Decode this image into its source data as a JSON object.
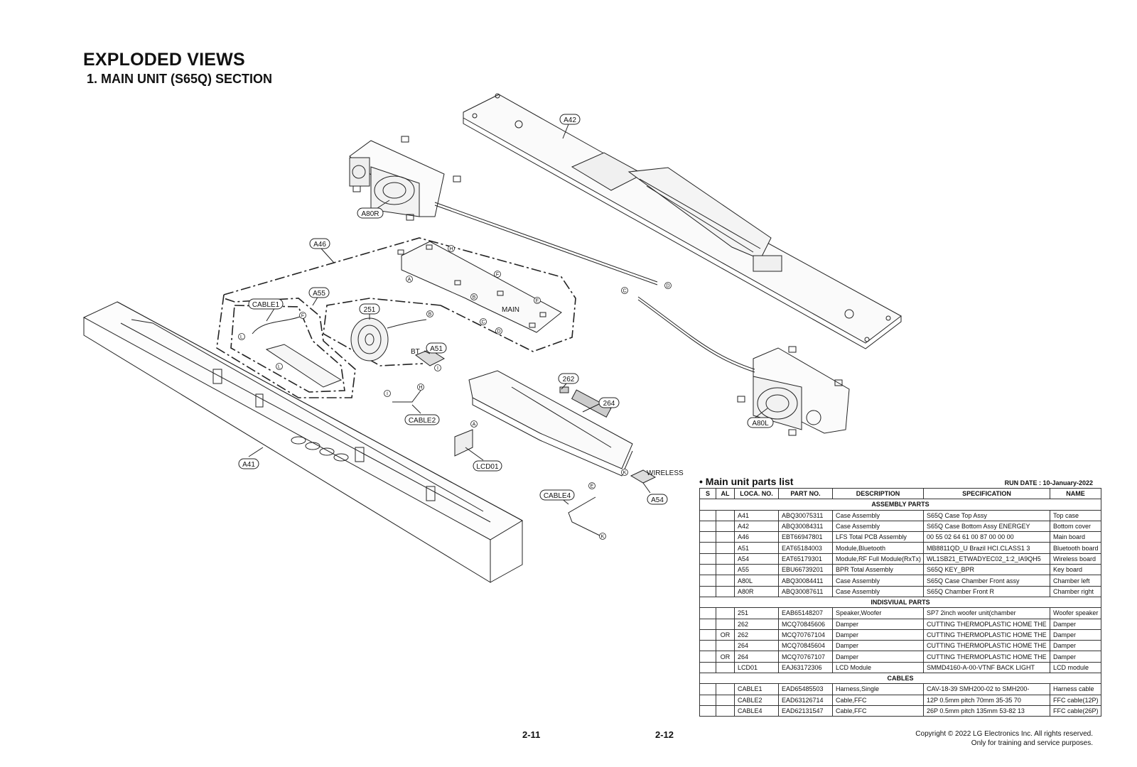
{
  "page": {
    "title": "EXPLODED VIEWS",
    "subtitle": "1. MAIN UNIT (S65Q) SECTION",
    "page_left": "2-11",
    "page_right": "2-12",
    "copyright_line1": "Copyright © 2022 LG Electronics Inc. All rights reserved.",
    "copyright_line2": "Only for training and service purposes."
  },
  "diagram": {
    "callouts": {
      "A42": "A42",
      "A80R": "A80R",
      "A46": "A46",
      "A55": "A55",
      "CABLE1": "CABLE1",
      "251": "251",
      "A51": "A51",
      "CABLE2": "CABLE2",
      "LCD01": "LCD01",
      "262": "262",
      "264": "264",
      "A80L": "A80L",
      "A41": "A41",
      "CABLE4": "CABLE4",
      "A54": "A54"
    },
    "text": {
      "main": "MAIN",
      "bt": "BT",
      "wireless": "WIRELESS"
    },
    "connectors": {
      "A_top": "A",
      "B_top": "B",
      "C_top": "C",
      "D_top": "D",
      "E_top": "E",
      "F_top": "F",
      "H_top": "H",
      "L1": "L",
      "F_c1": "F",
      "L2": "L",
      "B_spk": "B",
      "I_a51": "I",
      "H_c2": "H",
      "I_c2": "I",
      "A_lcd": "A",
      "C_cab": "C",
      "D_cab": "D",
      "K_wl": "K",
      "E_c4": "E",
      "K_c4": "K"
    }
  },
  "parts_list": {
    "heading": "• Main unit parts list",
    "run_date": "RUN DATE : 10-January-2022",
    "columns": [
      "S",
      "AL",
      "LOCA. NO.",
      "PART NO.",
      "DESCRIPTION",
      "SPECIFICATION",
      "NAME"
    ],
    "sections": [
      {
        "name": "ASSEMBLY PARTS",
        "rows": [
          [
            "",
            "",
            "A41",
            "ABQ30075311",
            "Case Assembly",
            "S65Q Case Top Assy",
            "Top case"
          ],
          [
            "",
            "",
            "A42",
            "ABQ30084311",
            "Case Assembly",
            "S65Q Case Bottom Assy ENERGEY",
            "Bottom cover"
          ],
          [
            "",
            "",
            "A46",
            "EBT66947801",
            "LFS Total PCB Assembly",
            "00 55 02 64 61 00 87 00 00 00",
            "Main board"
          ],
          [
            "",
            "",
            "A51",
            "EAT65184003",
            "Module,Bluetooth",
            "MB8811QD_U Brazil HCI.CLASS1 3",
            "Bluetooth board"
          ],
          [
            "",
            "",
            "A54",
            "EAT65179301",
            "Module,RF Full Module(RxTx)",
            "WL1SB21_ETWADYEC02_1:2_IA9QH5",
            "Wireless board"
          ],
          [
            "",
            "",
            "A55",
            "EBU66739201",
            "BPR Total Assembly",
            "S65Q KEY_BPR",
            "Key board"
          ],
          [
            "",
            "",
            "A80L",
            "ABQ30084411",
            "Case Assembly",
            "S65Q Case Chamber Front assy",
            "Chamber left"
          ],
          [
            "",
            "",
            "A80R",
            "ABQ30087611",
            "Case Assembly",
            "S65Q Chamber Front R",
            "Chamber right"
          ]
        ]
      },
      {
        "name": "INDISVIUAL PARTS",
        "rows": [
          [
            "",
            "",
            "251",
            "EAB65148207",
            "Speaker,Woofer",
            "SP7 2inch woofer unit(chamber",
            "Woofer speaker"
          ],
          [
            "",
            "",
            "262",
            "MCQ70845606",
            "Damper",
            "CUTTING THERMOPLASTIC HOME THE",
            "Damper"
          ],
          [
            "",
            "OR",
            "262",
            "MCQ70767104",
            "Damper",
            "CUTTING THERMOPLASTIC HOME THE",
            "Damper"
          ],
          [
            "",
            "",
            "264",
            "MCQ70845604",
            "Damper",
            "CUTTING THERMOPLASTIC HOME THE",
            "Damper"
          ],
          [
            "",
            "OR",
            "264",
            "MCQ70767107",
            "Damper",
            "CUTTING THERMOPLASTIC HOME THE",
            "Damper"
          ],
          [
            "",
            "",
            "LCD01",
            "EAJ63172306",
            "LCD Module",
            "SMMD4160-A-00-VTNF BACK LIGHT",
            "LCD module"
          ]
        ]
      },
      {
        "name": "CABLES",
        "rows": [
          [
            "",
            "",
            "CABLE1",
            "EAD65485503",
            "Harness,Single",
            "CAV-18-39 SMH200-02 to SMH200-",
            "Harness cable"
          ],
          [
            "",
            "",
            "CABLE2",
            "EAD63126714",
            "Cable,FFC",
            "12P 0.5mm pitch 70mm  35-35 70",
            "FFC cable(12P)"
          ],
          [
            "",
            "",
            "CABLE4",
            "EAD62131547",
            "Cable,FFC",
            "26P 0.5mm pitch 135mm 53-82 13",
            "FFC cable(26P)"
          ]
        ]
      }
    ]
  }
}
